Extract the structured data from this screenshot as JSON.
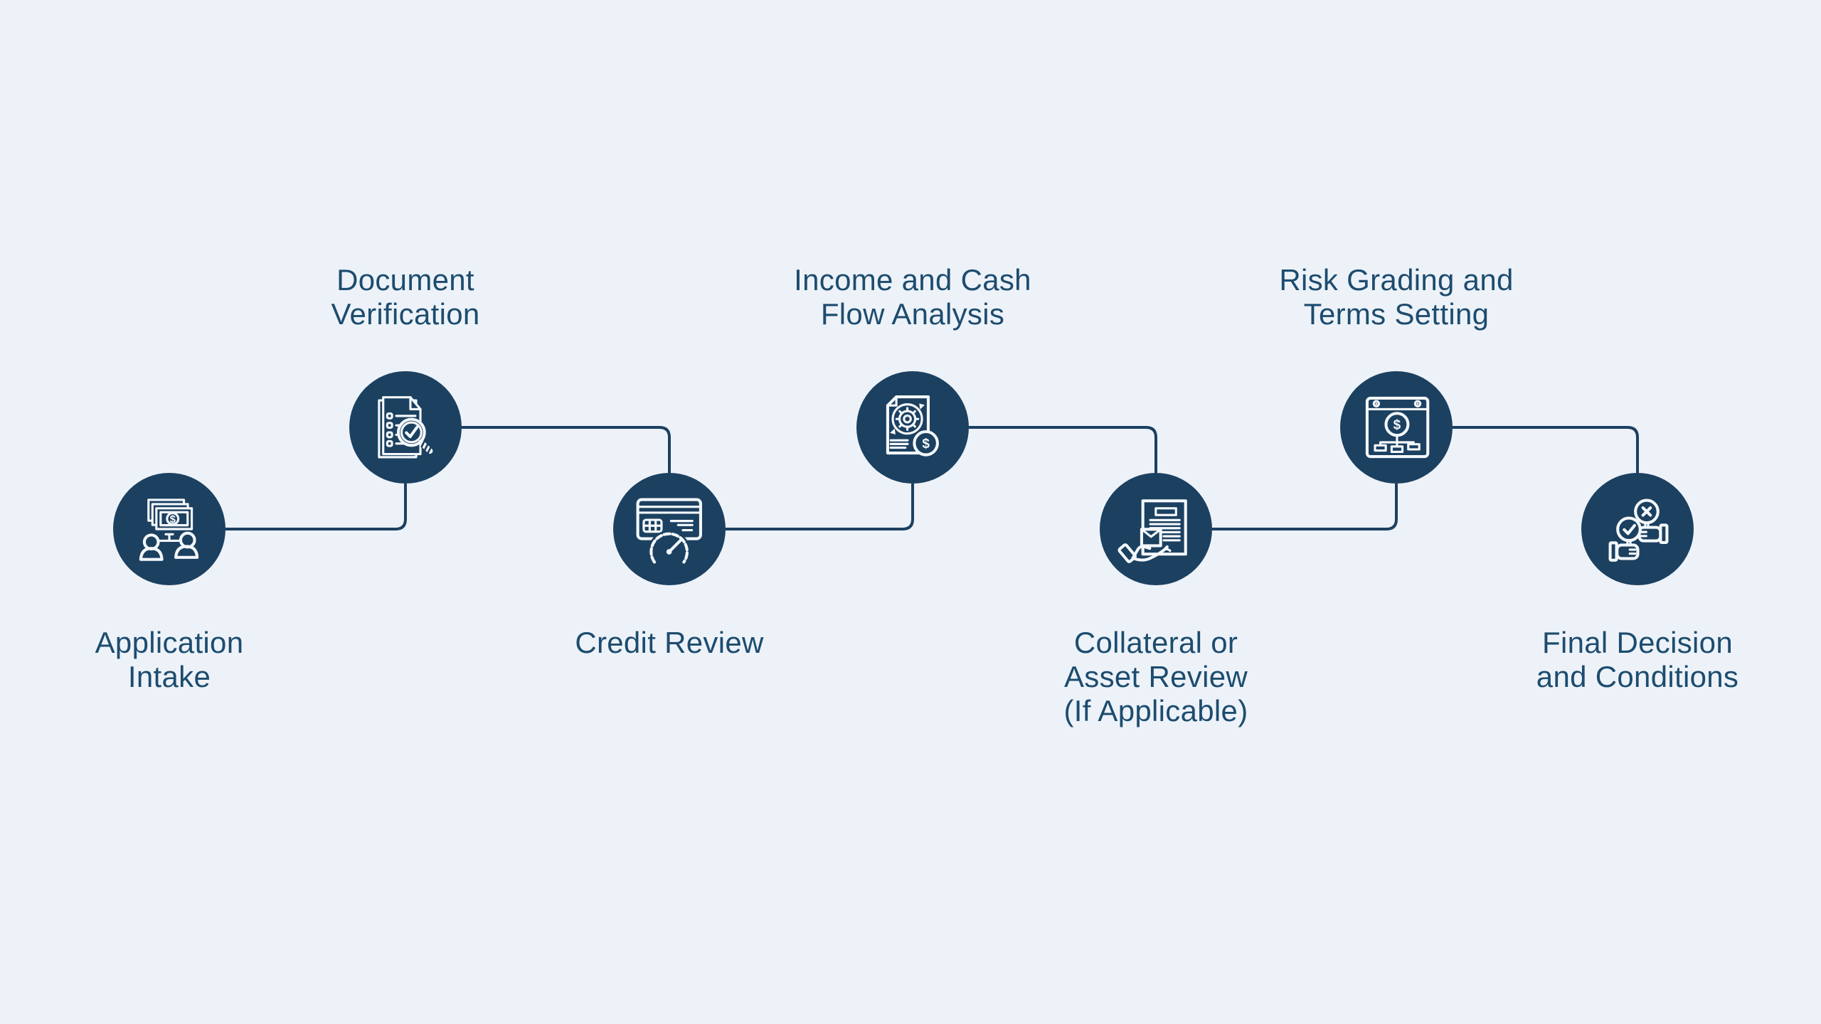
{
  "diagram": {
    "type": "process-flow",
    "colors": {
      "background": "#edf2f9",
      "node": "#1c4060",
      "connector": "#1c4060",
      "label": "#1d4c6e",
      "icon_stroke": "#f4f8fc"
    },
    "steps": [
      {
        "icon": "money-exchange-people-icon",
        "label_position": "below",
        "label_lines": [
          "Application",
          "Intake"
        ]
      },
      {
        "icon": "document-checklist-magnifier-icon",
        "label_position": "above",
        "label_lines": [
          "Document",
          "Verification"
        ]
      },
      {
        "icon": "credit-card-gauge-icon",
        "label_position": "below",
        "label_lines": [
          "Credit Review"
        ]
      },
      {
        "icon": "financial-statement-gear-dollar-icon",
        "label_position": "above",
        "label_lines": [
          "Income and Cash",
          "Flow Analysis"
        ]
      },
      {
        "icon": "hand-holding-box-document-icon",
        "label_position": "below",
        "label_lines": [
          "Collateral or",
          "Asset Review",
          "(If Applicable)"
        ]
      },
      {
        "icon": "browser-dollar-hierarchy-icon",
        "label_position": "above",
        "label_lines": [
          "Risk Grading and",
          "Terms Setting"
        ]
      },
      {
        "icon": "approve-reject-hands-icon",
        "label_position": "below",
        "label_lines": [
          "Final Decision",
          "and Conditions"
        ]
      }
    ],
    "icon_symbols": {
      "dollar_sign": "$"
    }
  }
}
